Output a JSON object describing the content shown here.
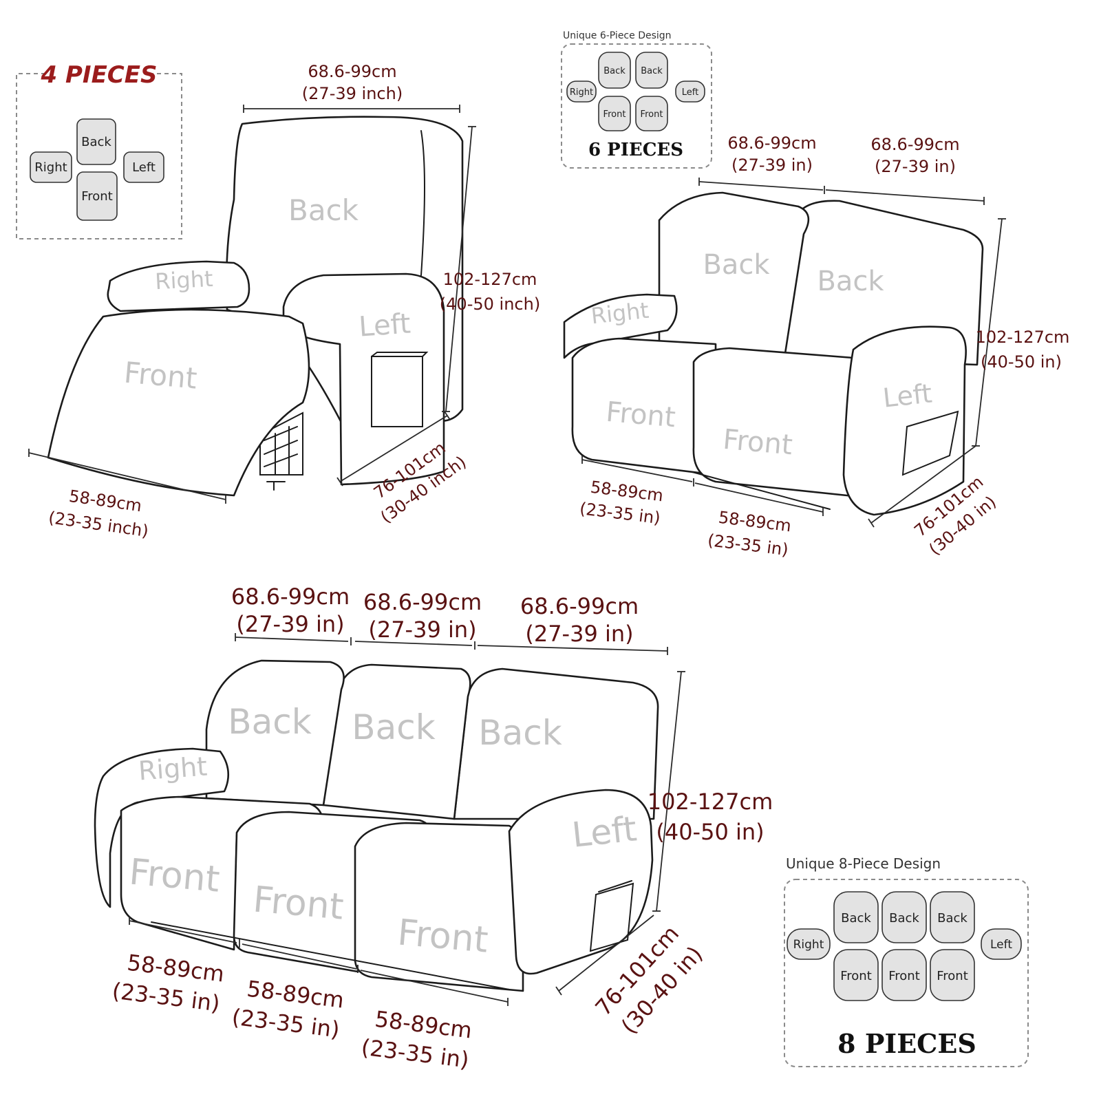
{
  "part_labels": {
    "back": "Back",
    "front": "Front",
    "right": "Right",
    "left": "Left"
  },
  "dimensions": {
    "width_cm": "68.6-99cm",
    "width_inch": "(27-39 inch)",
    "width_in": "(27-39 in)",
    "height_cm": "102-127cm",
    "height_inch": "(40-50 inch)",
    "height_in": "(40-50 in)",
    "footrest_cm": "58-89cm",
    "footrest_inch": "(23-35 inch)",
    "footrest_in": "(23-35 in)",
    "depth_cm": "76-101cm",
    "depth_inch": "(30-40 inch)",
    "depth_in": "(30-40 in)"
  },
  "piece_sets": {
    "four": {
      "title": "4 PIECES"
    },
    "six": {
      "caption": "Unique 6-Piece Design",
      "title": "6 PIECES"
    },
    "eight": {
      "caption": "Unique 8-Piece Design",
      "title": "8 PIECES"
    }
  },
  "colors": {
    "dimension_text": "#5a1212",
    "title_red": "#9b1c1c",
    "part_label": "#c3c3c3",
    "outline": "#1b1b1b",
    "chip_fill": "#e3e3e3"
  }
}
